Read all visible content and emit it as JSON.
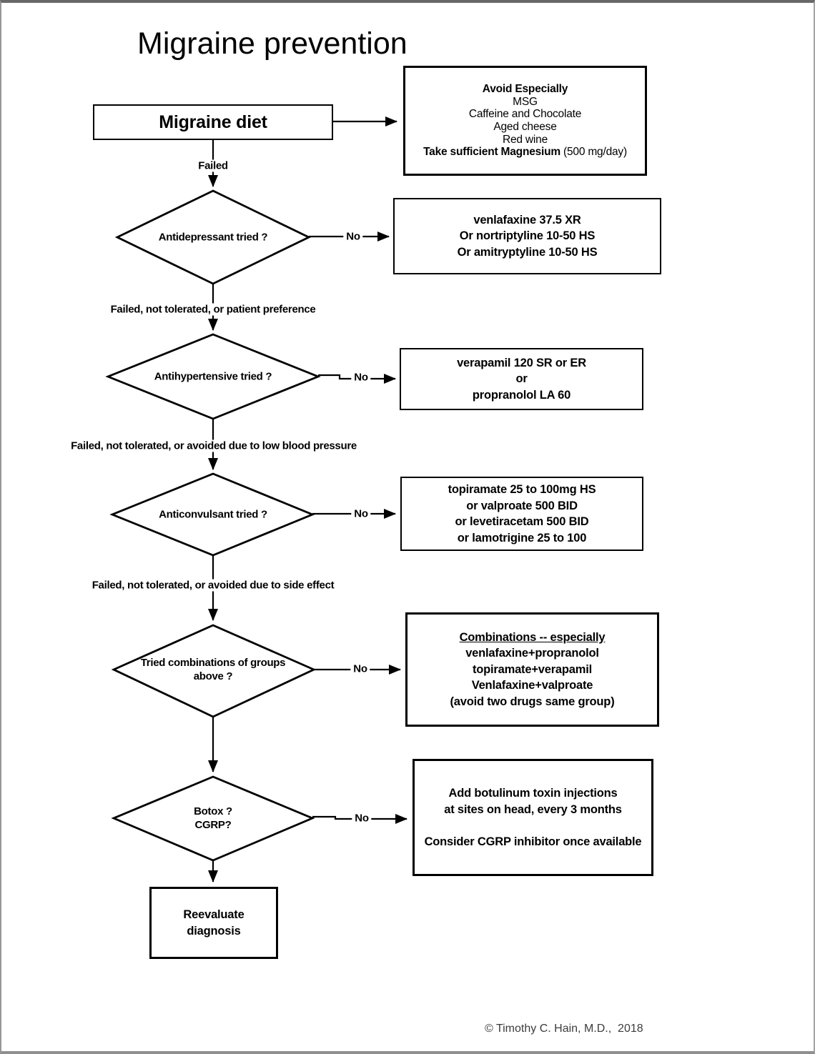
{
  "page": {
    "title": "Migraine prevention",
    "copyright": "© Timothy C. Hain, M.D.,  2018",
    "line_color": "#000000",
    "background": "#ffffff",
    "scan_edge_gray": "#8f8f8f"
  },
  "start": {
    "label": "Migraine diet"
  },
  "avoid_box": {
    "heading": "Avoid Especially",
    "items": [
      "MSG",
      "Caffeine and Chocolate",
      "Aged cheese",
      "Red wine"
    ],
    "magnesium_bold": "Take sufficient Magnesium",
    "magnesium_note": "(500 mg/day)"
  },
  "decisions": {
    "antidepressant": "Antidepressant tried ?",
    "antihypertensive": "Antihypertensive tried ?",
    "anticonvulsant": "Anticonvulsant tried ?",
    "combinations_line1": "Tried combinations of groups",
    "combinations_line2": "above ?",
    "botox_line1": "Botox ?",
    "botox_line2": "CGRP?"
  },
  "treatments": {
    "antidepressant": [
      "venlafaxine 37.5 XR",
      "Or nortriptyline 10-50 HS",
      "Or amitryptyline 10-50 HS"
    ],
    "antihypertensive": [
      "verapamil 120 SR or ER",
      "or",
      "propranolol LA 60"
    ],
    "anticonvulsant": [
      "topiramate 25 to 100mg HS",
      "or valproate 500 BID",
      "or levetiracetam 500 BID",
      "or lamotrigine 25 to 100"
    ],
    "combinations_heading": "Combinations -- especially",
    "combinations": [
      "venlafaxine+propranolol",
      "topiramate+verapamil",
      "Venlafaxine+valproate",
      "(avoid two drugs same group)"
    ],
    "botox_line1": "Add botulinum toxin injections",
    "botox_line2": "at sites on head, every 3 months",
    "botox_line3": "Consider CGRP inhibitor once available"
  },
  "end_node": {
    "line1": "Reevaluate",
    "line2": "diagnosis"
  },
  "edge_labels": {
    "failed": "Failed",
    "no": "No",
    "after_antidepressant": "Failed, not tolerated, or patient preference",
    "after_antihypertensive": "Failed, not tolerated, or avoided due to low blood pressure",
    "after_anticonvulsant": "Failed, not tolerated, or avoided due to side effect"
  }
}
